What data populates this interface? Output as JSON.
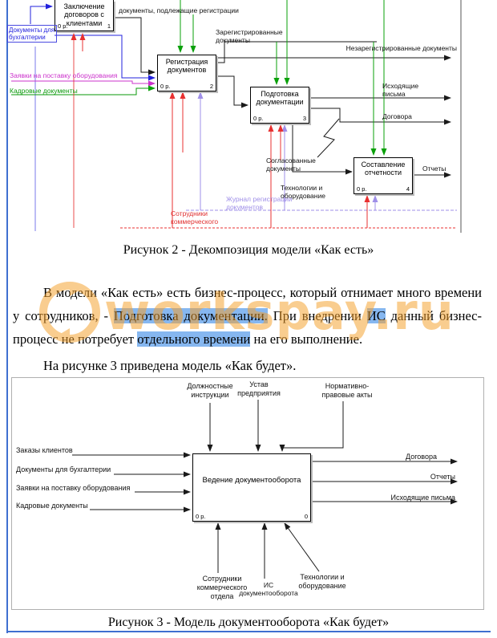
{
  "page": {
    "border_color": "#3f6fd0"
  },
  "watermark": {
    "text": "workspay.ru",
    "color": "#f5a02a"
  },
  "figure2": {
    "caption": "Рисунок 2 - Декомпозиция модели «Как есть»",
    "boxes": [
      {
        "title": "Заключение договоров с клиентами",
        "cost": "0 р.",
        "num": "1"
      },
      {
        "title": "Регистрация документов",
        "cost": "0 р.",
        "num": "2"
      },
      {
        "title": "Подготовка документации",
        "cost": "0 р.",
        "num": "3"
      },
      {
        "title": "Составление отчетности",
        "cost": "0 р.",
        "num": "4"
      }
    ],
    "labels": [
      "документы, подлежащие регистрации",
      "Зарегистрированные документы",
      "Незарегистрированные документы",
      "Исходящие письма",
      "Договора",
      "Отчеты",
      "Согласованные документы",
      "Технологии и оборудование",
      "Документы для бухгалтерии",
      "Заявки на поставку оборудования",
      "Кадровые документы",
      "Сотрудники коммерческого",
      "Журнал регистрации документов"
    ]
  },
  "paragraph": {
    "segments": [
      {
        "text": "В модели «Как есть» есть бизнес-процесс, который отнимает много времени у сотрудников, - ",
        "highlight": false
      },
      {
        "text": "Подготовка документации.",
        "highlight": true
      },
      {
        "text": " При внедрении ",
        "highlight": false
      },
      {
        "text": "ИС",
        "highlight": true
      },
      {
        "text": " данный бизнес-процесс не потребует ",
        "highlight": false
      },
      {
        "text": "отдельного времени",
        "highlight": true
      },
      {
        "text": " на его выполнение.",
        "highlight": false
      }
    ]
  },
  "paragraph2": "На рисунке 3 приведена модель «Как будет».",
  "figure3": {
    "caption": "Рисунок 3 - Модель документооборота «Как будет»",
    "box": {
      "title": "Ведение документооборота",
      "cost": "0 р.",
      "num": "0"
    },
    "top_labels": [
      "Должностные инструкции",
      "Устав предприятия",
      "Нормативно-правовые акты"
    ],
    "left_labels": [
      "Заказы клиентов",
      "Документы для бухгалтерии",
      "Заявки на поставку оборудования",
      "Кадровые документы"
    ],
    "right_labels": [
      "Договора",
      "Отчеты",
      "Исходящие письма"
    ],
    "bottom_labels": [
      "Сотрудники коммерческого отдела",
      "ИС документооборота",
      "Технологии и оборудование"
    ]
  },
  "colors": {
    "flow_green": "#0aa00a",
    "flow_red": "#e83030",
    "flow_magenta": "#cc33cc",
    "flow_blue": "#2222dd",
    "flow_purple": "#9f8fe8",
    "highlight_blue": "#86b7f0",
    "watermark_orange": "#f5a02a"
  }
}
